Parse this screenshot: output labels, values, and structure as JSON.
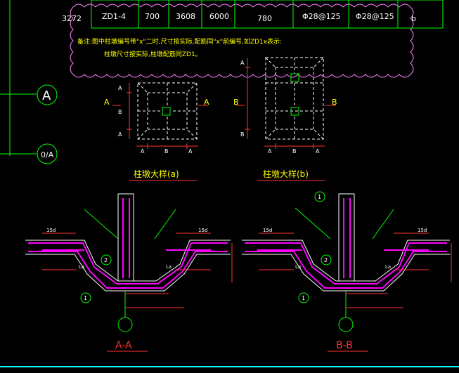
{
  "table_row": {
    "row_no": "3272",
    "cells": [
      "ZD1-4",
      "700",
      "3608",
      "6000",
      "780",
      "Φ28@125",
      "Φ28@125",
      "b"
    ]
  },
  "note": {
    "line1": "备注:图中柱墩编号带\"x\"二时,尺寸按实际,配筋同\"x\"前编号,如ZD1x表示:",
    "line2": "柱墩尺寸按实际,柱墩配筋同ZD1。"
  },
  "axes": {
    "a": "A",
    "b": "0/A"
  },
  "plan_a": {
    "title": "柱墩大样(a)",
    "sec_left": "A",
    "sec_right": "A",
    "dim_labels": [
      "A",
      "B",
      "A"
    ],
    "side_labels": [
      "A",
      "B",
      "A"
    ]
  },
  "plan_b": {
    "title": "柱墩大样(b)",
    "sec_left": "B",
    "sec_right": "B",
    "dim_labels": [
      "A",
      "B",
      "A"
    ],
    "side_labels": [
      "A",
      "B"
    ]
  },
  "section_aa": {
    "title": "A-A",
    "markers": [
      "2",
      "1"
    ],
    "lap_labels": [
      "15d",
      "15d"
    ],
    "la_labels": [
      "La",
      "La"
    ]
  },
  "section_bb": {
    "title": "B-B",
    "markers": [
      "1",
      "2",
      "1"
    ],
    "lap_labels": [
      "15d",
      "15d"
    ],
    "la_labels": [
      "La",
      "La"
    ]
  },
  "colors": {
    "line": "#00ff00",
    "text": "#ffffff",
    "note": "#ffff00",
    "dim": "#ff3333",
    "rebar": "#ff00ff",
    "cloud": "#ff80ff"
  }
}
